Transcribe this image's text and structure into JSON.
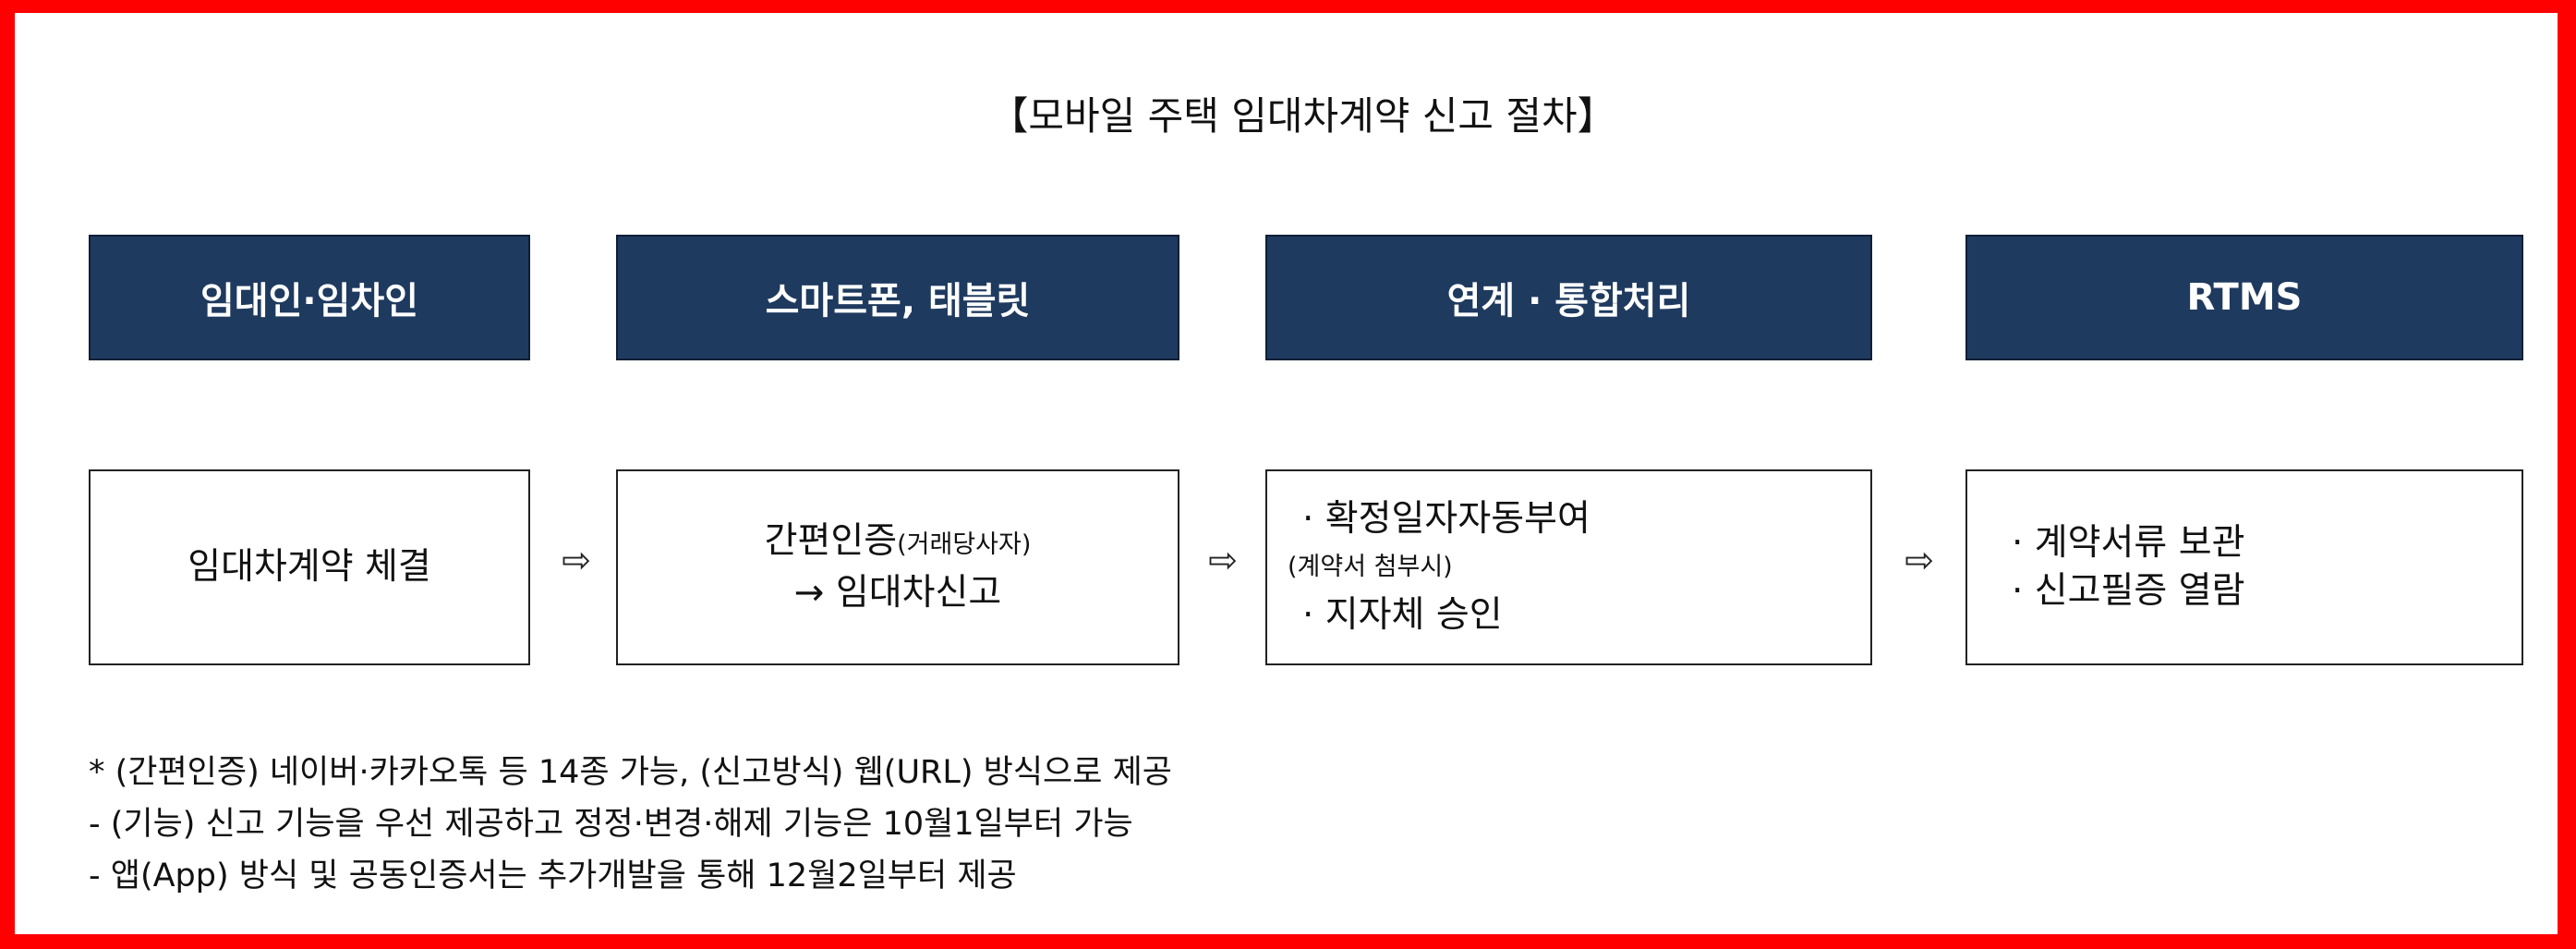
{
  "title": "【모바일 주택 임대차계약 신고 절차】",
  "headers": [
    "임대인·임차인",
    "스마트폰, 태블릿",
    "연계 · 통합처리",
    "RTMS"
  ],
  "boxes": {
    "box1": {
      "line1": "임대차계약 체결"
    },
    "box2": {
      "line1_main": "간편인증",
      "line1_small": "(거래당사자)",
      "line2": "→ 임대차신고"
    },
    "box3": {
      "line1": "· 확정일자자동부여",
      "line2": "(계약서 첨부시)",
      "line3": "· 지자체 승인"
    },
    "box4": {
      "line1": "· 계약서류 보관",
      "line2": "· 신고필증 열람"
    }
  },
  "arrow_glyph": "⇨",
  "notes": [
    "* (간편인증) 네이버·카카오톡 등 14종 가능, (신고방식) 웹(URL) 방식으로 제공",
    "- (기능) 신고 기능을 우선 제공하고 정정·변경·해제 기능은 10월1일부터 가능",
    "- 앱(App) 방식 및 공동인증서는 추가개발을 통해 12월2일부터 제공"
  ],
  "colors": {
    "header_fill": "#1f3a5f",
    "frame": "#ff0000"
  }
}
